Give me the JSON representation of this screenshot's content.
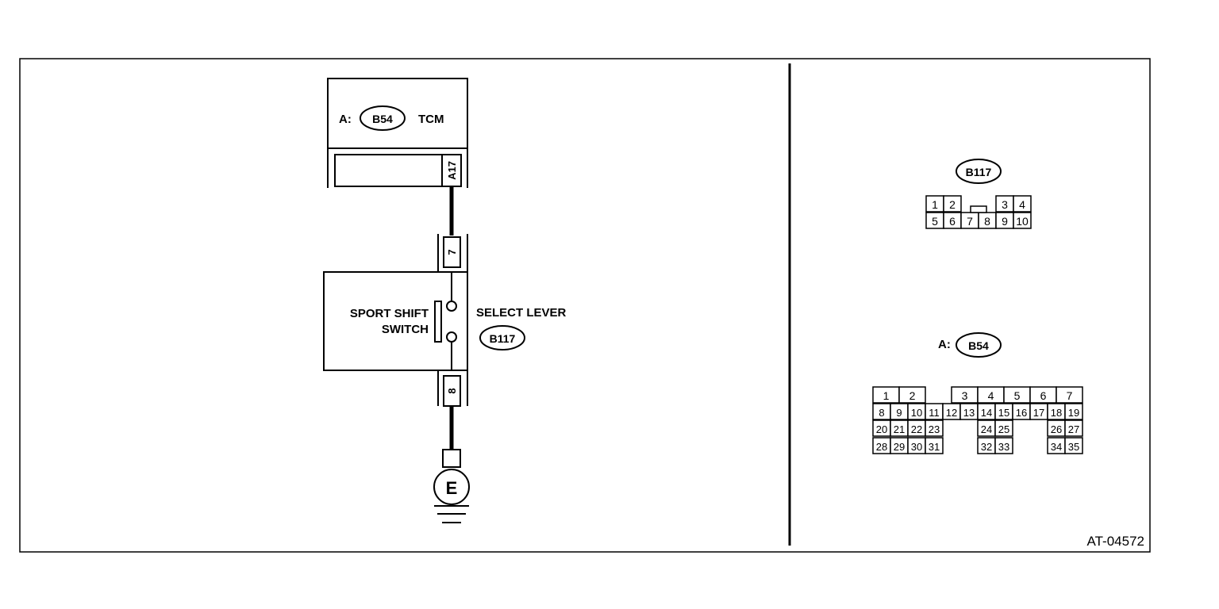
{
  "tcm": {
    "prefix": "A:",
    "connector": "B54",
    "name": "TCM",
    "terminal": "A17"
  },
  "select_lever": {
    "top_terminal": "7",
    "bottom_terminal": "8",
    "switch_label_line1": "SPORT SHIFT",
    "switch_label_line2": "SWITCH",
    "name": "SELECT LEVER",
    "connector": "B117"
  },
  "ground": {
    "label": "E"
  },
  "connector_b117": {
    "label": "B117",
    "top_row": [
      "1",
      "2",
      "3",
      "4"
    ],
    "bottom_row": [
      "5",
      "6",
      "7",
      "8",
      "9",
      "10"
    ]
  },
  "connector_b54": {
    "prefix": "A:",
    "label": "B54",
    "rows": [
      [
        "1",
        "2",
        "3",
        "4",
        "5",
        "6",
        "7"
      ],
      [
        "8",
        "9",
        "10",
        "11",
        "12",
        "13",
        "14",
        "15",
        "16",
        "17",
        "18",
        "19"
      ],
      [
        "20",
        "21",
        "22",
        "23",
        "24",
        "25",
        "26",
        "27"
      ],
      [
        "28",
        "29",
        "30",
        "31",
        "32",
        "33",
        "34",
        "35"
      ]
    ]
  },
  "figure_id": "AT-04572"
}
